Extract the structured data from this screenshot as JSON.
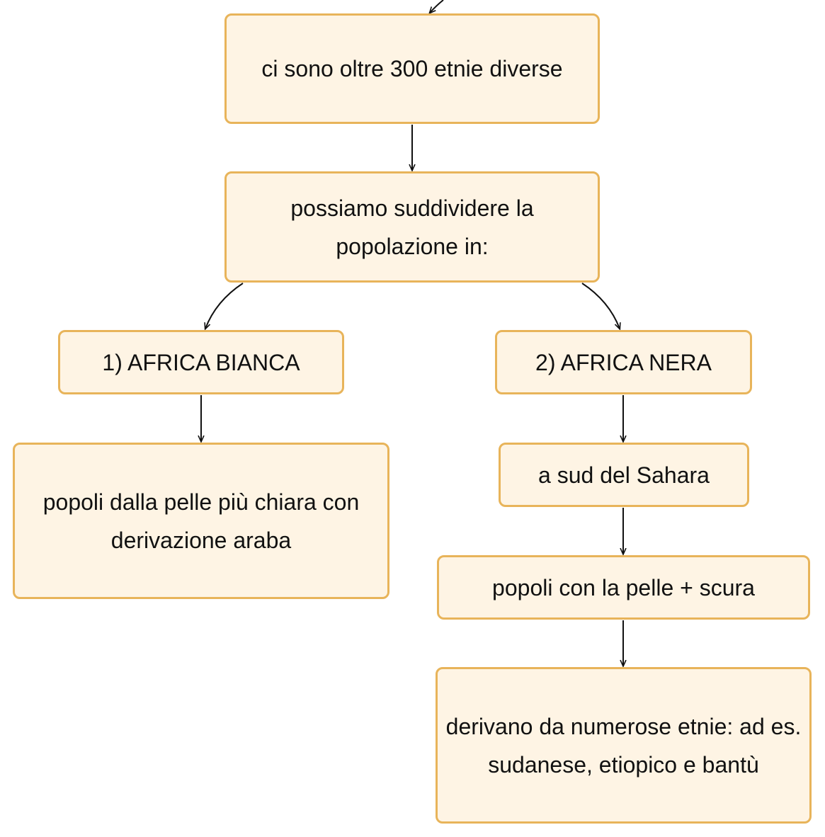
{
  "diagram": {
    "type": "concept-map",
    "colors": {
      "node_fill": "#fef4e4",
      "node_border": "#e8b45a",
      "edge": "#111111"
    },
    "nodes": {
      "n1": {
        "text": "ci sono oltre 300 etnie diverse"
      },
      "n2": {
        "text": "possiamo suddividere la popolazione in:"
      },
      "n3": {
        "text": "1) AFRICA BIANCA"
      },
      "n4": {
        "text": "2) AFRICA NERA"
      },
      "n5": {
        "text": "popoli dalla pelle più chiara con derivazione araba"
      },
      "n6": {
        "text": "a sud del Sahara"
      },
      "n7": {
        "text": "popoli con la pelle + scura"
      },
      "n8": {
        "text": "derivano da numerose etnie: ad es. sudanese, etiopico e bantù"
      }
    },
    "edges": [
      {
        "from": "(offscreen)",
        "to": "n1"
      },
      {
        "from": "n1",
        "to": "n2"
      },
      {
        "from": "n2",
        "to": "n3"
      },
      {
        "from": "n2",
        "to": "n4"
      },
      {
        "from": "n3",
        "to": "n5"
      },
      {
        "from": "n4",
        "to": "n6"
      },
      {
        "from": "n6",
        "to": "n7"
      },
      {
        "from": "n7",
        "to": "n8"
      }
    ]
  }
}
